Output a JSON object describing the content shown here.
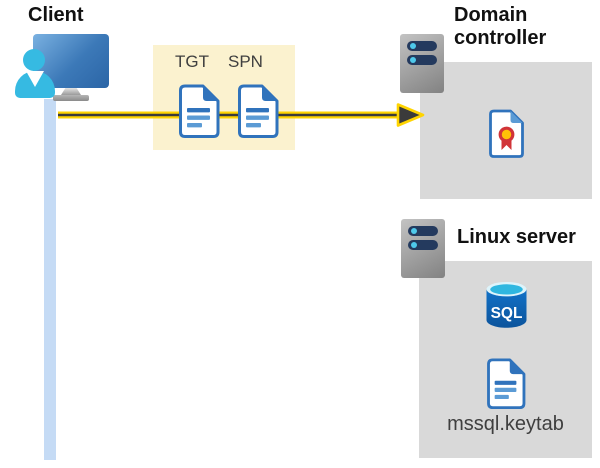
{
  "diagram": {
    "title_context": "Kerberos authentication flow diagram",
    "client": {
      "label": "Client"
    },
    "ticket_box": {
      "tgt_label": "TGT",
      "spn_label": "SPN"
    },
    "domain_controller": {
      "label": "Domain controller"
    },
    "linux_server": {
      "label": "Linux server",
      "sql_icon_text": "SQL",
      "keytab_label": "mssql.keytab"
    },
    "icons": {
      "client": "person-at-computer-icon",
      "ticket_documents": "document-icon",
      "domain_controller": "server-tower-icon",
      "certificate": "certificate-icon",
      "linux_server": "server-tower-icon",
      "database": "sql-database-icon",
      "keytab_file": "document-icon"
    },
    "colors": {
      "ticket_box_bg": "#fbf2cf",
      "zone_box_bg": "#d9d9d9",
      "arrow_yellow": "#ffd400",
      "arrow_dark": "#3b3b3b",
      "timeline_blue": "#c5dbf5",
      "doc_blue": "#3073bc",
      "doc_line_blue": "#5b9bd5",
      "person_cyan": "#36bae2",
      "monitor_blue": "#3c79b8",
      "server_slot_navy": "#243a5e",
      "server_dot_cyan": "#4ec9eb",
      "sql_body_blue": "#0f63b4",
      "sql_top_cyan": "#2fb7e0",
      "cert_red": "#d13438",
      "cert_yellow": "#ffc107"
    }
  }
}
